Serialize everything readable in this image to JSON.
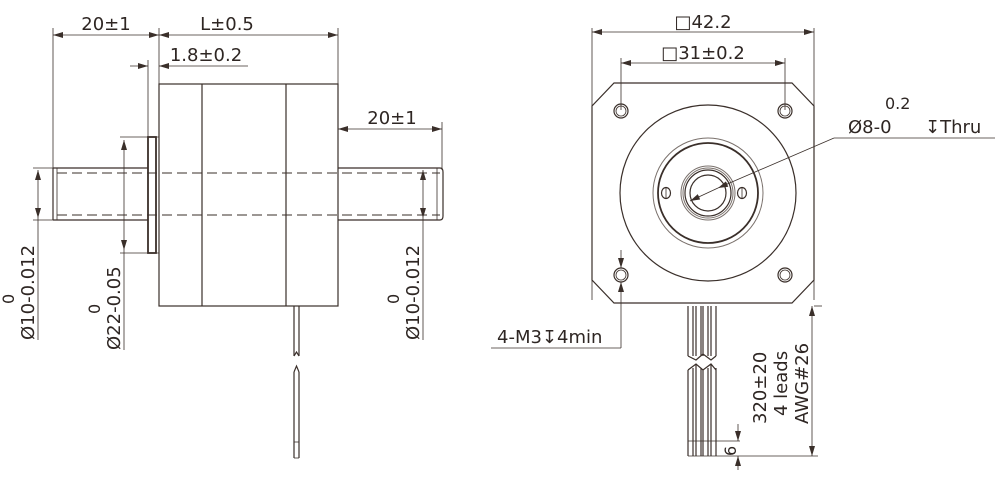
{
  "drawing": {
    "title": "Stepper motor dimension drawing",
    "side_view": {
      "dim_rear_shaft_length": "20±1",
      "dim_body_length": "L±0.5",
      "dim_flange_thickness": "1.8±0.2",
      "dim_front_shaft_length": "20±1",
      "dim_rear_shaft_dia_main": "Ø10-0.012",
      "dim_rear_shaft_dia_tol": "0",
      "dim_boss_dia_main": "Ø22-0.05",
      "dim_boss_dia_tol": "0",
      "dim_front_shaft_dia_main": "Ø10-0.012",
      "dim_front_shaft_dia_tol": "0"
    },
    "front_view": {
      "dim_outline": "□42.2",
      "dim_hole_pitch": "□31±0.2",
      "bore_main": "Ø8-0",
      "bore_tol": "0.2",
      "bore_depth": "↧Thru",
      "mount_holes": "4-M3↧4min",
      "lead_length": "320±20",
      "lead_count": "4 leads",
      "lead_gauge": "AWG#26",
      "strip_length": "6"
    },
    "colors": {
      "line": "#3a2f2a",
      "text": "#2e2623",
      "background": "#ffffff"
    }
  }
}
